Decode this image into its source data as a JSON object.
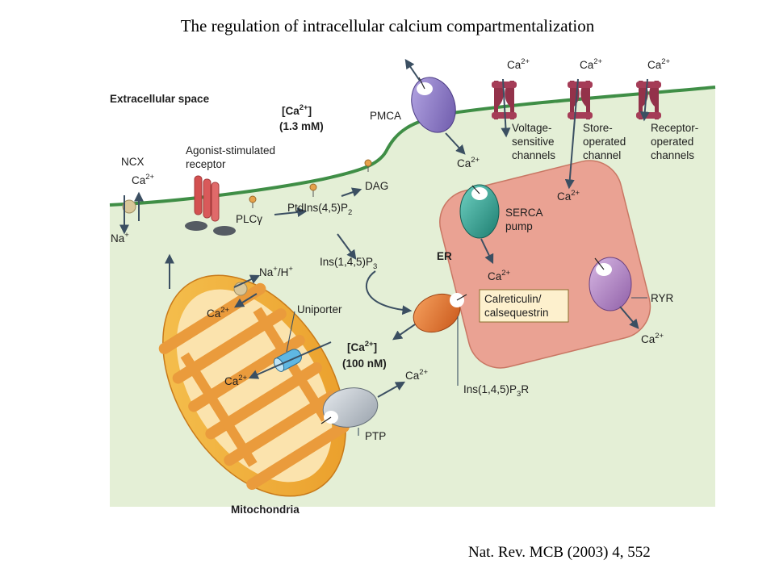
{
  "title": "The regulation of intracellular calcium compartmentalization",
  "citation": "Nat. Rev. MCB (2003) 4, 552",
  "colors": {
    "extracellular": "#ffffff",
    "cytosol": "#e4efd6",
    "membrane": "#3f8e46",
    "er_fill": "#eaa293",
    "er_stroke": "#c97764",
    "mito_outer": "#f0b334",
    "mito_inner": "#fbe3ad",
    "channel": "#93324a",
    "pmca": "#8a78c4",
    "serca": "#2f9f90",
    "ip3r": "#e77a2c",
    "ryr": "#b286c6",
    "ptp": "#c2c8cf",
    "uniporter": "#5fb7e3",
    "calreticulin_box": "#fdf0cd",
    "arrow": "#3b4f62"
  },
  "labels": {
    "extracellular_space": "Extracellular space",
    "ca_ext": "[Ca",
    "ca_ext_sup": "2+",
    "ca_ext_close": "]",
    "ca_ext_conc": "(1.3 mM)",
    "ca_cyt": "[Ca",
    "ca_cyt_sup": "2+",
    "ca_cyt_close": "]",
    "ca_cyt_conc": "(100 nM)",
    "pmca": "PMCA",
    "voltage_1": "Voltage-",
    "voltage_2": "sensitive",
    "voltage_3": "channels",
    "store_1": "Store-",
    "store_2": "operated",
    "store_3": "channel",
    "receptor_1": "Receptor-",
    "receptor_2": "operated",
    "receptor_3": "channels",
    "ncx": "NCX",
    "agonist_1": "Agonist-stimulated",
    "agonist_2": "receptor",
    "plc": "PLC",
    "plc_gamma": "γ",
    "pip2": "PtdIns(4,5)P",
    "pip2_sub": "2",
    "dag": "DAG",
    "ip3": "Ins(1,4,5)P",
    "ip3_sub": "3",
    "na": "Na",
    "na_sup": "+",
    "nah": "Na",
    "nah_sup1": "+",
    "nah_mid": "/H",
    "nah_sup2": "+",
    "er": "ER",
    "serca_1": "SERCA",
    "serca_2": "pump",
    "calret_1": "Calreticulin/",
    "calret_2": "calsequestrin",
    "ryr": "RYR",
    "uniporter": "Uniporter",
    "ip3r": "Ins(1,4,5)P",
    "ip3r_sub": "3",
    "ip3r_end": "R",
    "ptp": "PTP",
    "mitochondria": "Mitochondria",
    "ca": "Ca",
    "ca_sup": "2+"
  }
}
